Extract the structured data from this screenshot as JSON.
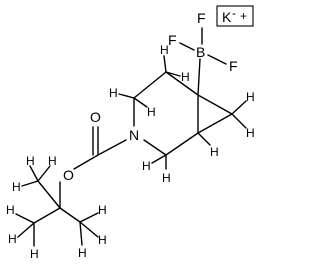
{
  "molecule": {
    "atoms": {
      "boron": "B",
      "fluorine": "F",
      "potassium": "K",
      "charge_minus": "-",
      "charge_plus": "+",
      "nitrogen": "N",
      "oxygen": "O",
      "hydrogen": "H"
    }
  },
  "colors": {
    "ink": "#000000",
    "background": "#ffffff"
  }
}
